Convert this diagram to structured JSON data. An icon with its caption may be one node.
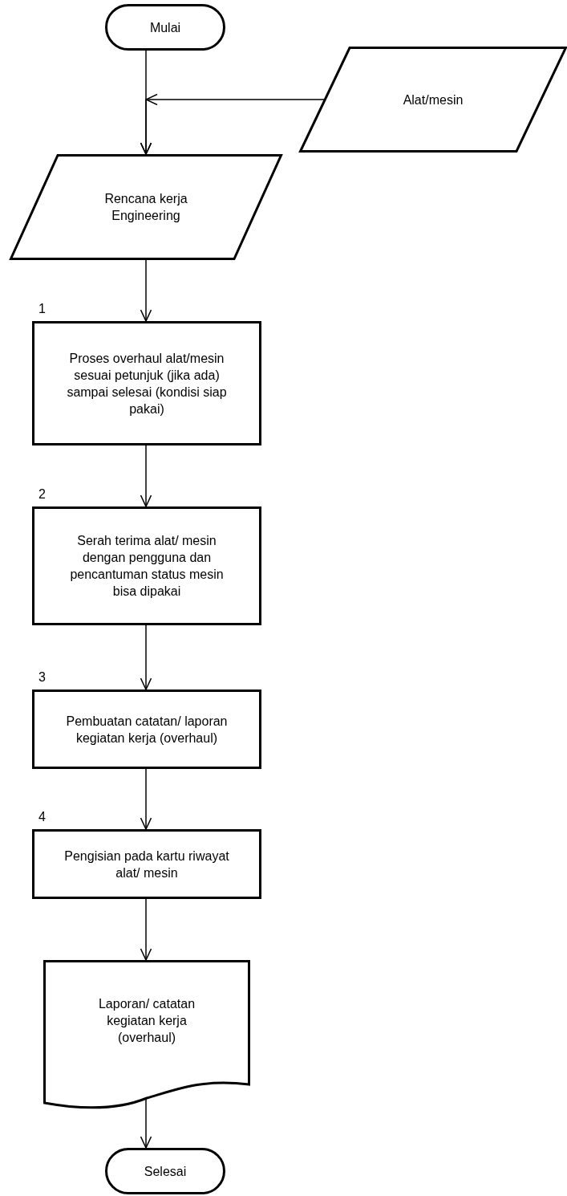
{
  "diagram": {
    "nodes": [
      {
        "text": [
          "Mulai"
        ]
      },
      {
        "text": [
          "Alat/mesin"
        ]
      },
      {
        "text": [
          "Rencana kerja Engineering"
        ]
      },
      {
        "text": [
          "Proses overhaul alat/mesin sesuai petunjuk (jika ada) sampai selesai (kondisi siap pakai)"
        ],
        "beside": [
          "1"
        ]
      },
      {
        "text": [
          "Serah terima alat/ mesin dengan pengguna dan pencantuman status mesin bisa dipakai"
        ],
        "beside": [
          "2"
        ]
      },
      {
        "text": [
          "Pembuatan catatan/ laporan kegiatan kerja (overhaul)"
        ],
        "beside": [
          "3"
        ]
      },
      {
        "text": [
          "Pengisian pada kartu riwayat alat/ mesin"
        ],
        "beside": [
          "4"
        ]
      },
      {
        "text": [
          "Laporan/ catatan kegiatan kerja (overhaul)"
        ]
      },
      {
        "text": [
          "Selesai"
        ]
      }
    ],
    "edges": [
      {
        "from": 0,
        "to": 2,
        "arrow": "to"
      },
      {
        "from": 1,
        "to": 2,
        "arrow": "to"
      },
      {
        "from": 2,
        "to": 3,
        "arrow": "to"
      },
      {
        "from": 3,
        "to": 4,
        "arrow": "to"
      },
      {
        "from": 4,
        "to": 5,
        "arrow": "to"
      },
      {
        "from": 5,
        "to": 6,
        "arrow": "to"
      },
      {
        "from": 6,
        "to": 7,
        "arrow": "to"
      },
      {
        "from": 7,
        "to": 8,
        "arrow": "to"
      }
    ]
  }
}
